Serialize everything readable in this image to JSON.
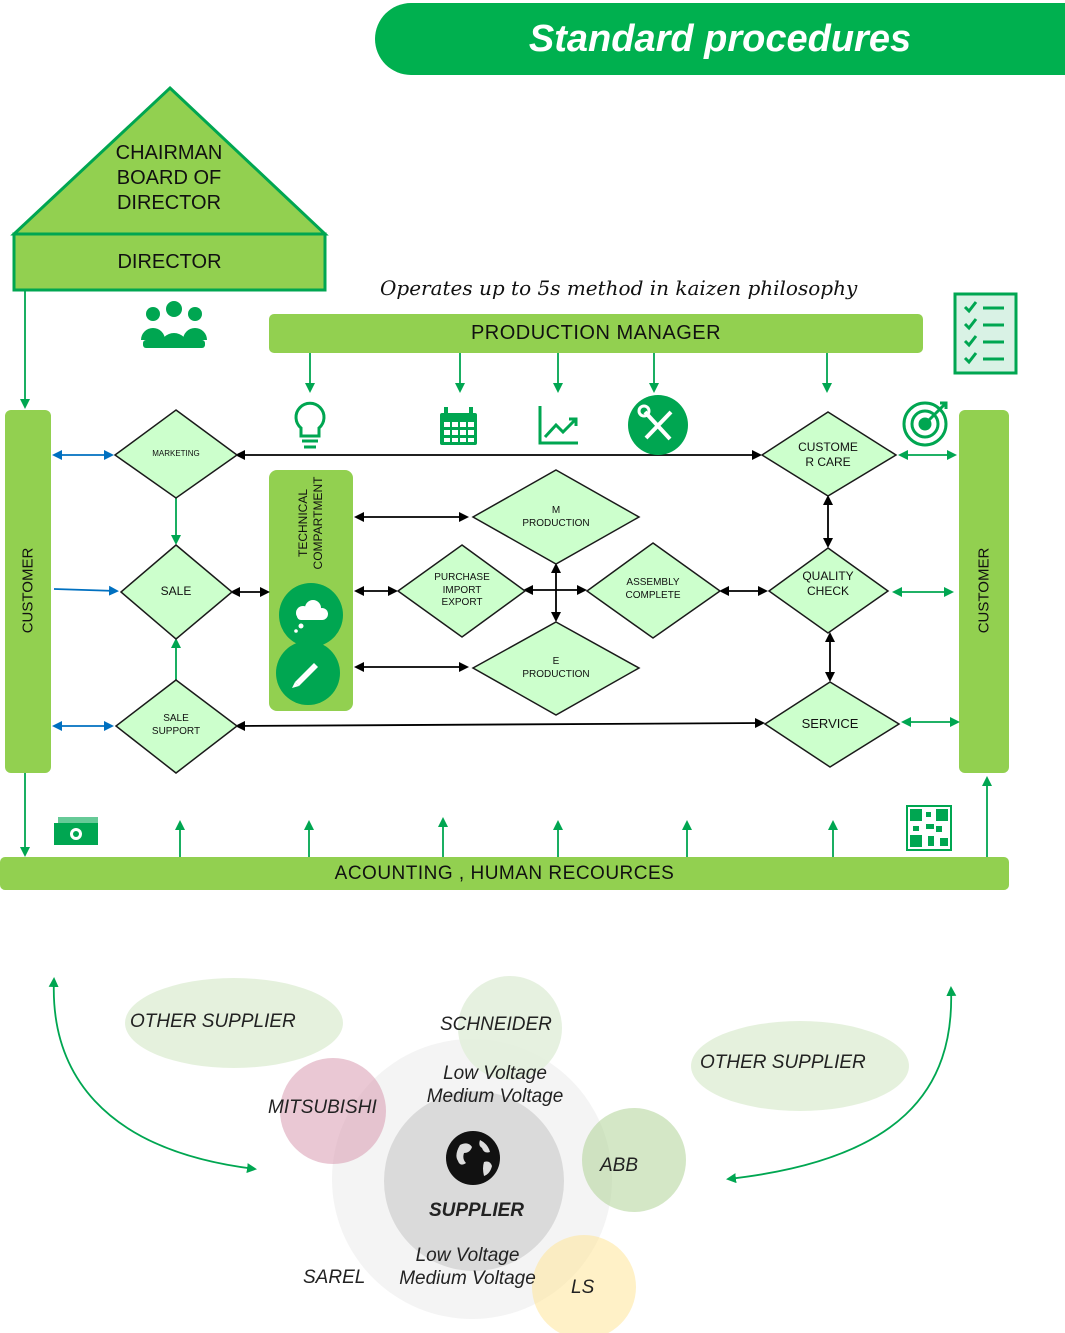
{
  "title": "Standard procedures",
  "subtitle": "Operates up to 5s method in kaizen philosophy",
  "org": {
    "chairman": [
      "CHAIRMAN",
      "BOARD OF",
      "DIRECTOR"
    ],
    "director": "DIRECTOR"
  },
  "bars": {
    "production_manager": "PRODUCTION MANAGER",
    "accounting": "ACOUNTING , HUMAN RECOURCES"
  },
  "customer_left": "CUSTOMER",
  "customer_right": "CUSTOMER",
  "technical": [
    "TECHNICAL",
    "COMPARTMENT"
  ],
  "nodes": {
    "marketing": "MARKETING",
    "sale": "SALE",
    "sale_support": [
      "SALE",
      "SUPPORT"
    ],
    "m_production": [
      "M",
      "PRODUCTION"
    ],
    "purchase": [
      "PURCHASE",
      "IMPORT",
      "EXPORT"
    ],
    "assembly": [
      "ASSEMBLY",
      "COMPLETE"
    ],
    "e_production": [
      "E",
      "PRODUCTION"
    ],
    "customer_care": [
      "CUSTOME",
      "R CARE"
    ],
    "quality_check": [
      "QUALITY",
      "CHECK"
    ],
    "service": "SERVICE"
  },
  "suppliers": {
    "other_left": "OTHER SUPPLIER",
    "other_right": "OTHER SUPPLIER",
    "schneider": "SCHNEIDER",
    "mitsubishi": "MITSUBISHI",
    "abb": "ABB",
    "ls": "LS",
    "sarel": "SAREL",
    "center": "SUPPLIER",
    "voltage_top": [
      "Low Voltage",
      "Medium Voltage"
    ],
    "voltage_bottom": [
      "Low Voltage",
      "Medium Voltage"
    ]
  },
  "colors": {
    "brand_green": "#00b04f",
    "light_green": "#92d050",
    "diamond_fill": "#ccffcc",
    "arrow_blue": "#0070c0",
    "icon_green": "#00a651"
  },
  "icons": [
    "team-icon",
    "checklist-icon",
    "lightbulb-icon",
    "calendar-icon",
    "growth-chart-icon",
    "tools-icon",
    "target-icon",
    "cloud-icon",
    "pencil-icon",
    "money-icon",
    "qr-code-icon",
    "globe-icon"
  ]
}
